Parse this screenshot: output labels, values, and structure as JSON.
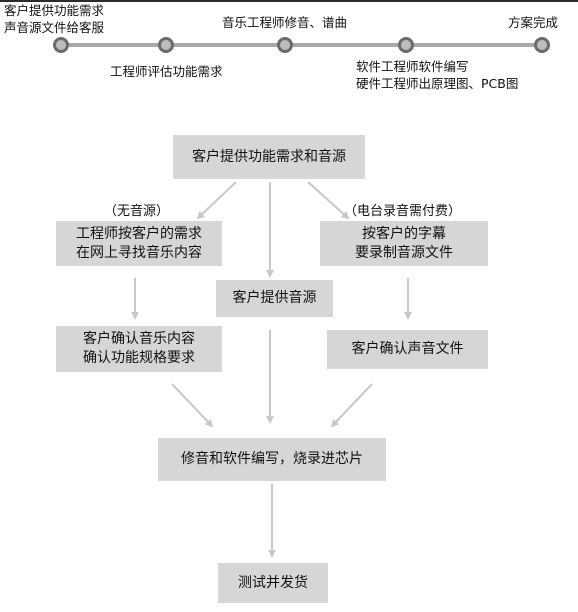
{
  "timeline": {
    "step1_line1": "客户提供功能需求",
    "step1_line2": "声音源文件给客服",
    "step2": "工程师评估功能需求",
    "step3": "音乐工程师修音、谱曲",
    "step4_line1": "软件工程师软件编写",
    "step4_line2": "硬件工程师出原理图、PCB图",
    "step5": "方案完成"
  },
  "flow": {
    "start": "客户提供功能需求和音源",
    "left_note": "（无音源）",
    "right_note": "（电台录音需付费）",
    "left_box_line1": "工程师按客户的需求",
    "left_box_line2": "在网上寻找音乐内容",
    "right_box_line1": "按客户的字幕",
    "right_box_line2": "要录制音源文件",
    "middle_box": "客户提供音源",
    "left_confirm_line1": "客户确认音乐内容",
    "left_confirm_line2": "确认功能规格要求",
    "right_confirm": "客户确认声音文件",
    "edit_box": "修音和软件编写，烧录进芯片",
    "final_box": "测试并发货"
  },
  "colors": {
    "box_fill": "#d6d6d6",
    "arrow": "#c8c8c8",
    "timeline_line": "#a7a7a7",
    "timeline_node": "#bdbdbd"
  }
}
